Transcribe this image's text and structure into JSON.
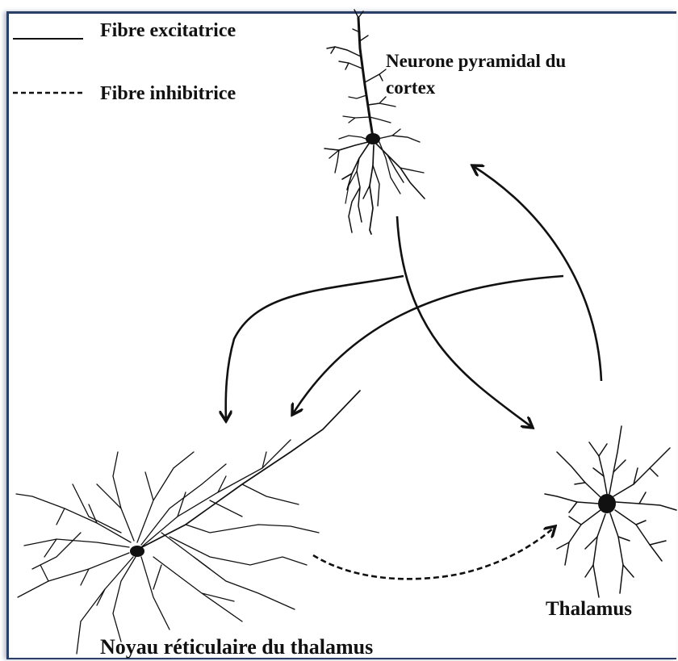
{
  "legend": {
    "excitatory": "Fibre excitatrice",
    "inhibitory": "Fibre inhibitrice"
  },
  "labels": {
    "cortex_line1": "Neurone pyramidal du",
    "cortex_line2": "cortex",
    "thalamus": "Thalamus",
    "reticular": "Noyau réticulaire du thalamus"
  },
  "colors": {
    "frame": "#2a3f66",
    "ink": "#111111"
  }
}
